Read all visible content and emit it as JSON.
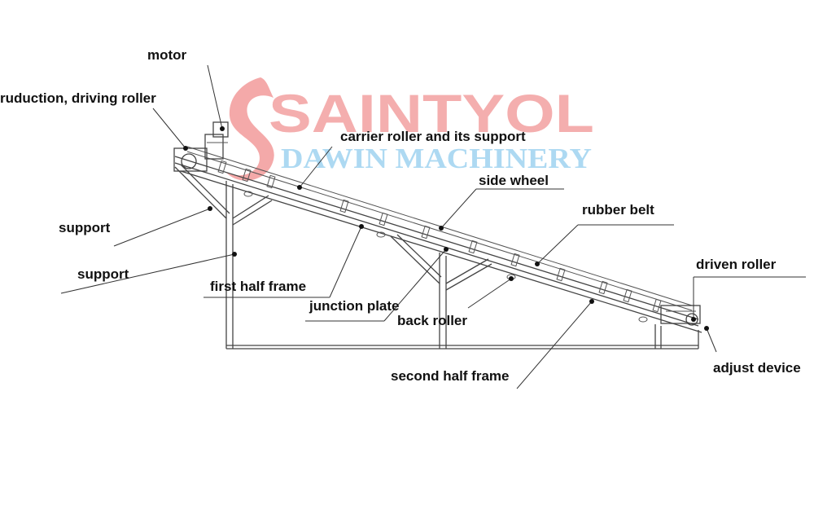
{
  "watermark": {
    "brand": "SAINTYOL",
    "subtitle": "DAWIN MACHINERY",
    "brand_color": "#f08a8a",
    "subtitle_color": "#8fcbee"
  },
  "labels": {
    "motor": "motor",
    "reduction_driving_roller": "ruduction, driving roller",
    "carrier_roller": "carrier roller and its support",
    "side_wheel": "side wheel",
    "rubber_belt": "rubber belt",
    "driven_roller": "driven roller",
    "support_upper": "support",
    "support_lower": "support",
    "first_half_frame": "first half frame",
    "junction_plate": "junction plate",
    "back_roller": "back roller",
    "second_half_frame": "second half frame",
    "adjust_device": "adjust device"
  }
}
